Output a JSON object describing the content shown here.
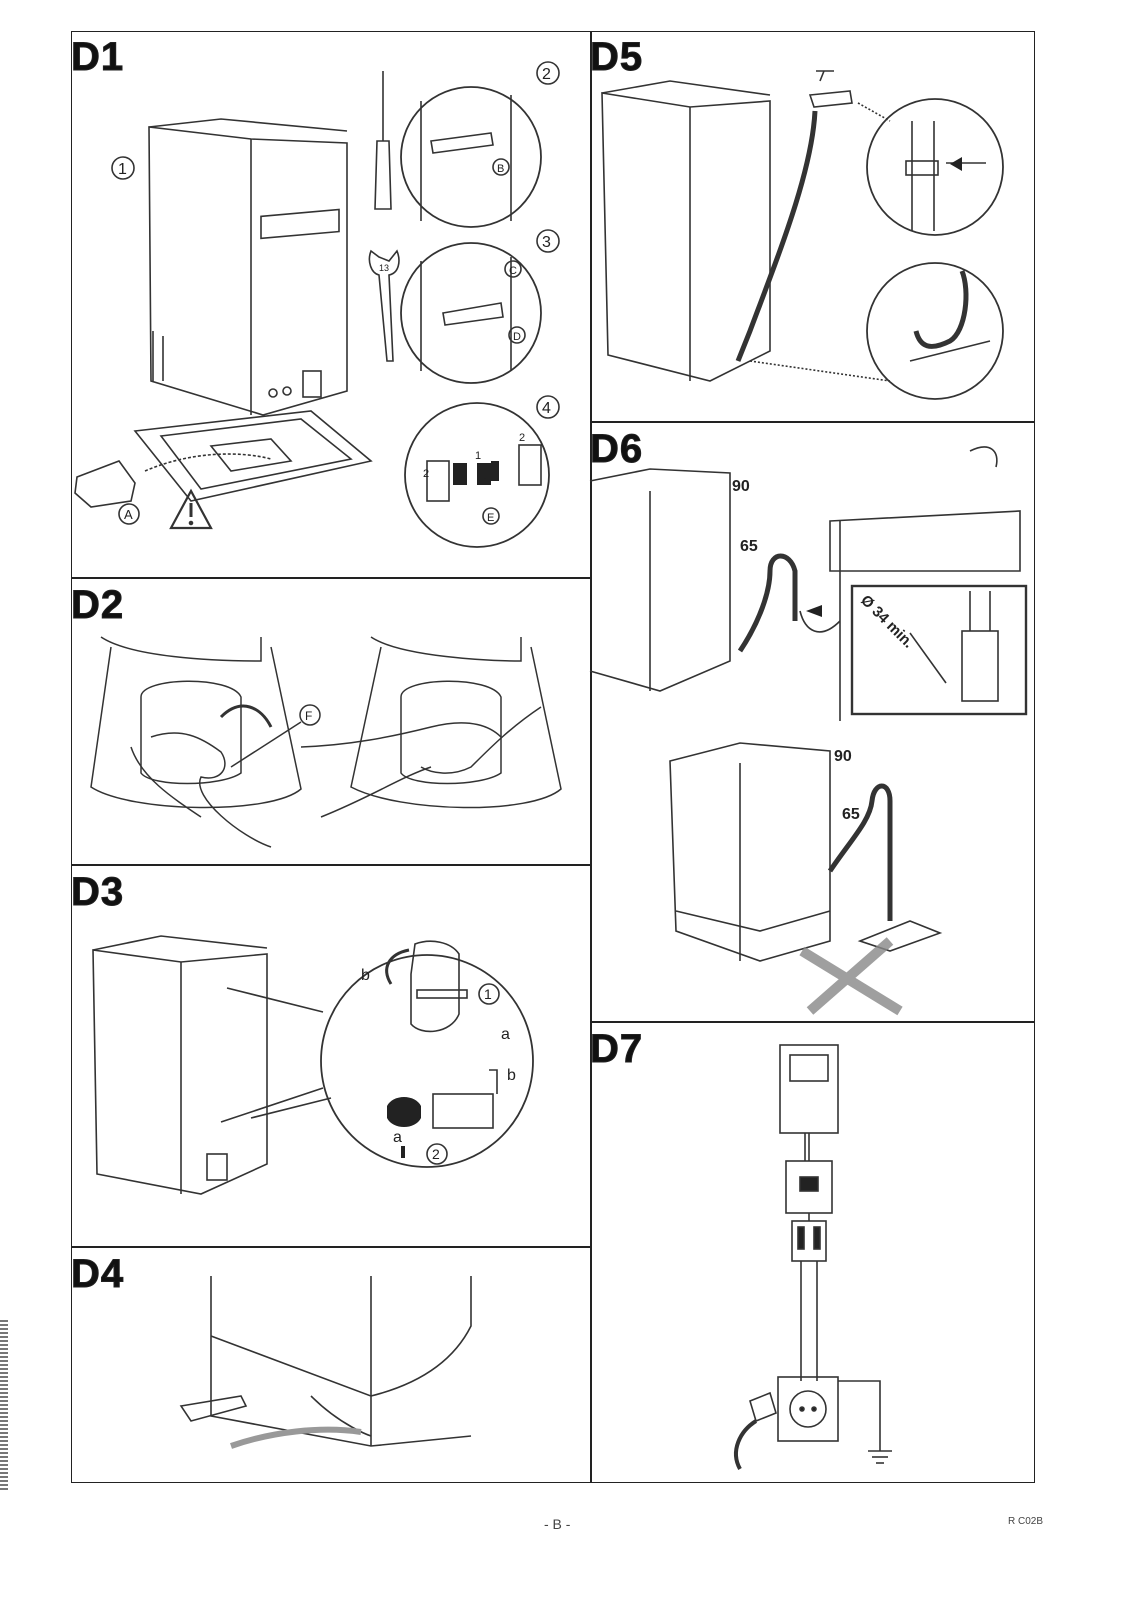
{
  "sections": {
    "d1": {
      "title": "D1",
      "step1": "1",
      "step2": "2",
      "step3": "3",
      "step4": "4",
      "label_a": "A",
      "label_b": "B",
      "label_c": "C",
      "label_d": "D",
      "label_e": "E",
      "wrench": "13",
      "num_2": "2",
      "num_1": "1"
    },
    "d2": {
      "title": "D2",
      "label_f": "F"
    },
    "d3": {
      "title": "D3",
      "label_b": "b",
      "label_a": "a",
      "step1": "1",
      "step2": "2"
    },
    "d4": {
      "title": "D4"
    },
    "d5": {
      "title": "D5"
    },
    "d6": {
      "title": "D6",
      "h90": "90",
      "h65": "65",
      "diameter": "Ø 34 min."
    },
    "d7": {
      "title": "D7"
    }
  },
  "footer": {
    "page": "- B -",
    "code": "R C02B"
  }
}
